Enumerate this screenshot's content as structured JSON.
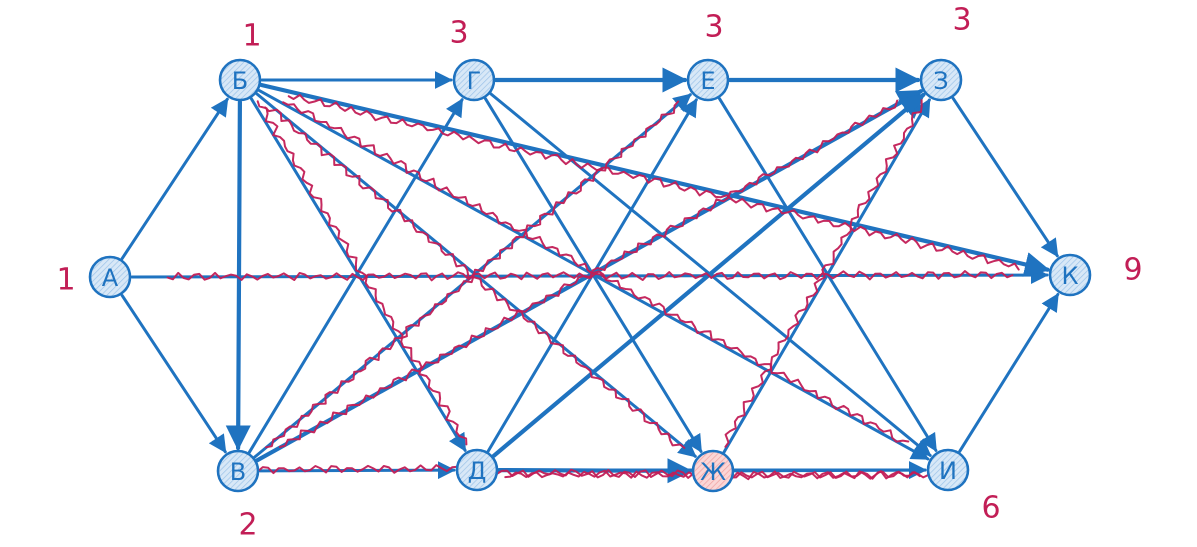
{
  "diagram": {
    "colors": {
      "edge": "#1f73c0",
      "crossout": "#c21e56",
      "node_fill": "#cfe3f6",
      "label_default": "#1f73c0",
      "label_green": "#2a9a2e",
      "label_red": "#e02020",
      "node_fill_red": "#f7c6c6"
    },
    "nodes": [
      {
        "id": "A",
        "label": "А",
        "number": "1",
        "highlight": "none"
      },
      {
        "id": "B",
        "label": "Б",
        "number": "1",
        "highlight": "none"
      },
      {
        "id": "V",
        "label": "В",
        "number": "2",
        "highlight": "none"
      },
      {
        "id": "G",
        "label": "Г",
        "number": "3",
        "highlight": "green"
      },
      {
        "id": "D",
        "label": "Д",
        "number": "",
        "highlight": "none"
      },
      {
        "id": "E",
        "label": "Е",
        "number": "3",
        "highlight": "none"
      },
      {
        "id": "Zh",
        "label": "Ж",
        "number": "",
        "highlight": "red"
      },
      {
        "id": "Z",
        "label": "З",
        "number": "3",
        "highlight": "none"
      },
      {
        "id": "I",
        "label": "И",
        "number": "6",
        "highlight": "none"
      },
      {
        "id": "K",
        "label": "К",
        "number": "9",
        "highlight": "none"
      }
    ],
    "edges": [
      {
        "from": "A",
        "to": "B",
        "crossed": false
      },
      {
        "from": "A",
        "to": "V",
        "crossed": false
      },
      {
        "from": "A",
        "to": "K",
        "crossed": true
      },
      {
        "from": "B",
        "to": "V",
        "crossed": false
      },
      {
        "from": "B",
        "to": "G",
        "crossed": false
      },
      {
        "from": "B",
        "to": "D",
        "crossed": true
      },
      {
        "from": "B",
        "to": "Zh",
        "crossed": true
      },
      {
        "from": "B",
        "to": "I",
        "crossed": true
      },
      {
        "from": "B",
        "to": "K",
        "crossed": true
      },
      {
        "from": "V",
        "to": "G",
        "crossed": false
      },
      {
        "from": "V",
        "to": "D",
        "crossed": true
      },
      {
        "from": "V",
        "to": "E",
        "crossed": true
      },
      {
        "from": "V",
        "to": "Z",
        "crossed": true
      },
      {
        "from": "G",
        "to": "E",
        "crossed": false
      },
      {
        "from": "G",
        "to": "Zh",
        "crossed": false
      },
      {
        "from": "G",
        "to": "I",
        "crossed": false
      },
      {
        "from": "D",
        "to": "Zh",
        "crossed": true
      },
      {
        "from": "D",
        "to": "E",
        "crossed": false
      },
      {
        "from": "D",
        "to": "Z",
        "crossed": false
      },
      {
        "from": "D",
        "to": "I",
        "crossed": true
      },
      {
        "from": "E",
        "to": "Z",
        "crossed": false
      },
      {
        "from": "E",
        "to": "I",
        "crossed": false
      },
      {
        "from": "Zh",
        "to": "Z",
        "crossed": true
      },
      {
        "from": "Zh",
        "to": "I",
        "crossed": true
      },
      {
        "from": "Z",
        "to": "K",
        "crossed": false
      },
      {
        "from": "I",
        "to": "K",
        "crossed": false
      }
    ]
  }
}
